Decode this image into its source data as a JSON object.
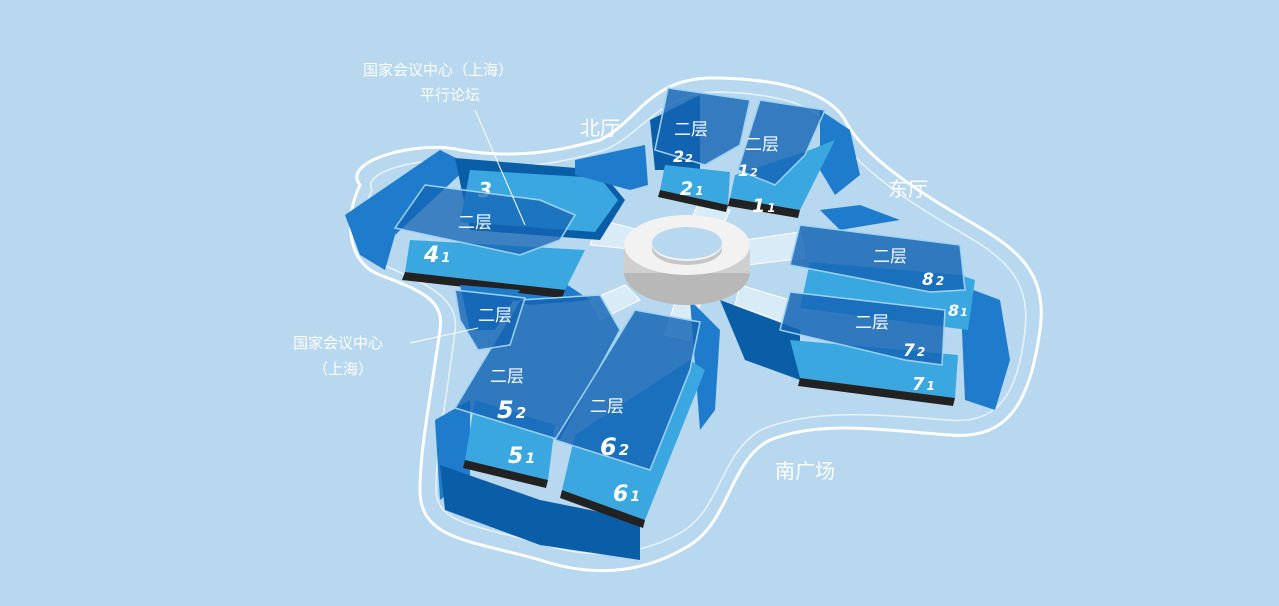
{
  "zones": {
    "north": "北厅",
    "east": "东厅",
    "south": "南广场"
  },
  "callouts": {
    "forum_line1": "国家会议中心（上海）",
    "forum_line2": "平行论坛",
    "center_line1": "国家会议中心",
    "center_line2": "（上海）"
  },
  "floor_label": "二层",
  "halls": {
    "h1_1": {
      "main": "1",
      "sub": "1"
    },
    "h1_2": {
      "main": "1",
      "sub": "2"
    },
    "h2_1": {
      "main": "2",
      "sub": "1"
    },
    "h2_2": {
      "main": "2",
      "sub": "2"
    },
    "h3": {
      "main": "3"
    },
    "h4_1": {
      "main": "4",
      "sub": "1"
    },
    "h5_1": {
      "main": "5",
      "sub": "1"
    },
    "h5_2": {
      "main": "5",
      "sub": "2"
    },
    "h6_1": {
      "main": "6",
      "sub": "1"
    },
    "h6_2": {
      "main": "6",
      "sub": "2"
    },
    "h7_1": {
      "main": "7",
      "sub": "1"
    },
    "h7_2": {
      "main": "7",
      "sub": "2"
    },
    "h8_1": {
      "main": "8",
      "sub": "1"
    },
    "h8_2": {
      "main": "8",
      "sub": "2"
    }
  },
  "colors": {
    "background": "#b7d8ee",
    "hall_light": "#3aa7e0",
    "hall_mid": "#1f7ccc",
    "hall_dark": "#0a5ea8",
    "outline": "#ffffff"
  }
}
